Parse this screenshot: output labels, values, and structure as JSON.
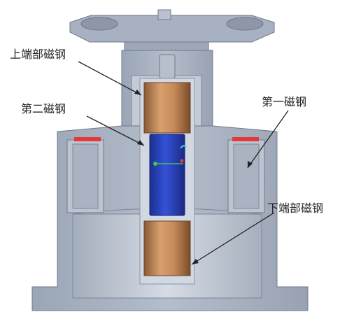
{
  "labels": {
    "upper_magnet": "上端部磁钢",
    "second_magnet": "第二磁钢",
    "first_magnet": "第一磁钢",
    "lower_magnet": "下端部磁钢"
  },
  "colors": {
    "housing": "#a9b3c3",
    "housing_dark": "#7d8797",
    "bore": "#c9d0dc",
    "copper": "#c58a58",
    "blue_core": "#2b46c8",
    "red_marker": "#e23a3a",
    "green_marker": "#3fc06a",
    "cyan_marker": "#42c7e6"
  }
}
